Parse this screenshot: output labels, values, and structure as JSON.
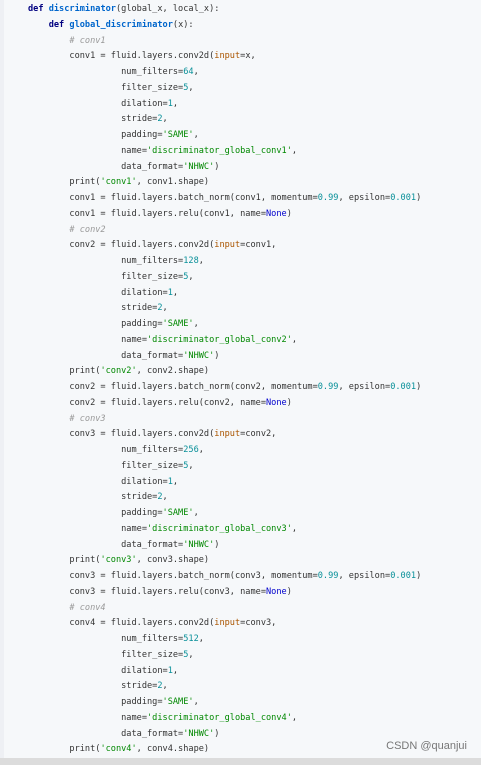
{
  "code": {
    "lines": [
      [
        [
          "def ",
          "kw"
        ],
        [
          "discriminator",
          "fn"
        ],
        [
          "(global_x, local_x):",
          ""
        ]
      ],
      [
        [
          "    def ",
          "kw"
        ],
        [
          "global_discriminator",
          "fn"
        ],
        [
          "(x):",
          ""
        ]
      ],
      [
        [
          "        # conv1",
          "cm"
        ]
      ],
      [
        [
          "        conv1 = fluid.layers.conv2d(",
          ""
        ],
        [
          "input",
          "arg"
        ],
        [
          "=x,",
          ""
        ]
      ],
      [
        [
          "                  num_filters=",
          ""
        ],
        [
          "64",
          "num"
        ],
        [
          ",",
          ""
        ]
      ],
      [
        [
          "                  filter_size=",
          ""
        ],
        [
          "5",
          "num"
        ],
        [
          ",",
          ""
        ]
      ],
      [
        [
          "                  dilation=",
          ""
        ],
        [
          "1",
          "num"
        ],
        [
          ",",
          ""
        ]
      ],
      [
        [
          "                  stride=",
          ""
        ],
        [
          "2",
          "num"
        ],
        [
          ",",
          ""
        ]
      ],
      [
        [
          "                  padding=",
          ""
        ],
        [
          "'SAME'",
          "str"
        ],
        [
          ",",
          ""
        ]
      ],
      [
        [
          "                  name=",
          ""
        ],
        [
          "'discriminator_global_conv1'",
          "str"
        ],
        [
          ",",
          ""
        ]
      ],
      [
        [
          "                  data_format=",
          ""
        ],
        [
          "'NHWC'",
          "str"
        ],
        [
          ")",
          ""
        ]
      ],
      [
        [
          "        print(",
          ""
        ],
        [
          "'conv1'",
          "str"
        ],
        [
          ", conv1.shape)",
          ""
        ]
      ],
      [
        [
          "        conv1 = fluid.layers.batch_norm(conv1, momentum=",
          ""
        ],
        [
          "0.99",
          "num"
        ],
        [
          ", epsilon=",
          ""
        ],
        [
          "0.001",
          "num"
        ],
        [
          ")",
          ""
        ]
      ],
      [
        [
          "        conv1 = fluid.layers.relu(conv1, name=",
          ""
        ],
        [
          "None",
          "const"
        ],
        [
          ")",
          ""
        ]
      ],
      [
        [
          "        # conv2",
          "cm"
        ]
      ],
      [
        [
          "        conv2 = fluid.layers.conv2d(",
          ""
        ],
        [
          "input",
          "arg"
        ],
        [
          "=conv1,",
          ""
        ]
      ],
      [
        [
          "                  num_filters=",
          ""
        ],
        [
          "128",
          "num"
        ],
        [
          ",",
          ""
        ]
      ],
      [
        [
          "                  filter_size=",
          ""
        ],
        [
          "5",
          "num"
        ],
        [
          ",",
          ""
        ]
      ],
      [
        [
          "                  dilation=",
          ""
        ],
        [
          "1",
          "num"
        ],
        [
          ",",
          ""
        ]
      ],
      [
        [
          "                  stride=",
          ""
        ],
        [
          "2",
          "num"
        ],
        [
          ",",
          ""
        ]
      ],
      [
        [
          "                  padding=",
          ""
        ],
        [
          "'SAME'",
          "str"
        ],
        [
          ",",
          ""
        ]
      ],
      [
        [
          "                  name=",
          ""
        ],
        [
          "'discriminator_global_conv2'",
          "str"
        ],
        [
          ",",
          ""
        ]
      ],
      [
        [
          "                  data_format=",
          ""
        ],
        [
          "'NHWC'",
          "str"
        ],
        [
          ")",
          ""
        ]
      ],
      [
        [
          "        print(",
          ""
        ],
        [
          "'conv2'",
          "str"
        ],
        [
          ", conv2.shape)",
          ""
        ]
      ],
      [
        [
          "        conv2 = fluid.layers.batch_norm(conv2, momentum=",
          ""
        ],
        [
          "0.99",
          "num"
        ],
        [
          ", epsilon=",
          ""
        ],
        [
          "0.001",
          "num"
        ],
        [
          ")",
          ""
        ]
      ],
      [
        [
          "        conv2 = fluid.layers.relu(conv2, name=",
          ""
        ],
        [
          "None",
          "const"
        ],
        [
          ")",
          ""
        ]
      ],
      [
        [
          "        # conv3",
          "cm"
        ]
      ],
      [
        [
          "        conv3 = fluid.layers.conv2d(",
          ""
        ],
        [
          "input",
          "arg"
        ],
        [
          "=conv2,",
          ""
        ]
      ],
      [
        [
          "                  num_filters=",
          ""
        ],
        [
          "256",
          "num"
        ],
        [
          ",",
          ""
        ]
      ],
      [
        [
          "                  filter_size=",
          ""
        ],
        [
          "5",
          "num"
        ],
        [
          ",",
          ""
        ]
      ],
      [
        [
          "                  dilation=",
          ""
        ],
        [
          "1",
          "num"
        ],
        [
          ",",
          ""
        ]
      ],
      [
        [
          "                  stride=",
          ""
        ],
        [
          "2",
          "num"
        ],
        [
          ",",
          ""
        ]
      ],
      [
        [
          "                  padding=",
          ""
        ],
        [
          "'SAME'",
          "str"
        ],
        [
          ",",
          ""
        ]
      ],
      [
        [
          "                  name=",
          ""
        ],
        [
          "'discriminator_global_conv3'",
          "str"
        ],
        [
          ",",
          ""
        ]
      ],
      [
        [
          "                  data_format=",
          ""
        ],
        [
          "'NHWC'",
          "str"
        ],
        [
          ")",
          ""
        ]
      ],
      [
        [
          "        print(",
          ""
        ],
        [
          "'conv3'",
          "str"
        ],
        [
          ", conv3.shape)",
          ""
        ]
      ],
      [
        [
          "        conv3 = fluid.layers.batch_norm(conv3, momentum=",
          ""
        ],
        [
          "0.99",
          "num"
        ],
        [
          ", epsilon=",
          ""
        ],
        [
          "0.001",
          "num"
        ],
        [
          ")",
          ""
        ]
      ],
      [
        [
          "        conv3 = fluid.layers.relu(conv3, name=",
          ""
        ],
        [
          "None",
          "const"
        ],
        [
          ")",
          ""
        ]
      ],
      [
        [
          "        # conv4",
          "cm"
        ]
      ],
      [
        [
          "        conv4 = fluid.layers.conv2d(",
          ""
        ],
        [
          "input",
          "arg"
        ],
        [
          "=conv3,",
          ""
        ]
      ],
      [
        [
          "                  num_filters=",
          ""
        ],
        [
          "512",
          "num"
        ],
        [
          ",",
          ""
        ]
      ],
      [
        [
          "                  filter_size=",
          ""
        ],
        [
          "5",
          "num"
        ],
        [
          ",",
          ""
        ]
      ],
      [
        [
          "                  dilation=",
          ""
        ],
        [
          "1",
          "num"
        ],
        [
          ",",
          ""
        ]
      ],
      [
        [
          "                  stride=",
          ""
        ],
        [
          "2",
          "num"
        ],
        [
          ",",
          ""
        ]
      ],
      [
        [
          "                  padding=",
          ""
        ],
        [
          "'SAME'",
          "str"
        ],
        [
          ",",
          ""
        ]
      ],
      [
        [
          "                  name=",
          ""
        ],
        [
          "'discriminator_global_conv4'",
          "str"
        ],
        [
          ",",
          ""
        ]
      ],
      [
        [
          "                  data_format=",
          ""
        ],
        [
          "'NHWC'",
          "str"
        ],
        [
          ")",
          ""
        ]
      ],
      [
        [
          "        print(",
          ""
        ],
        [
          "'conv4'",
          "str"
        ],
        [
          ", conv4.shape)",
          ""
        ]
      ]
    ]
  },
  "watermark": "CSDN @quanjui"
}
